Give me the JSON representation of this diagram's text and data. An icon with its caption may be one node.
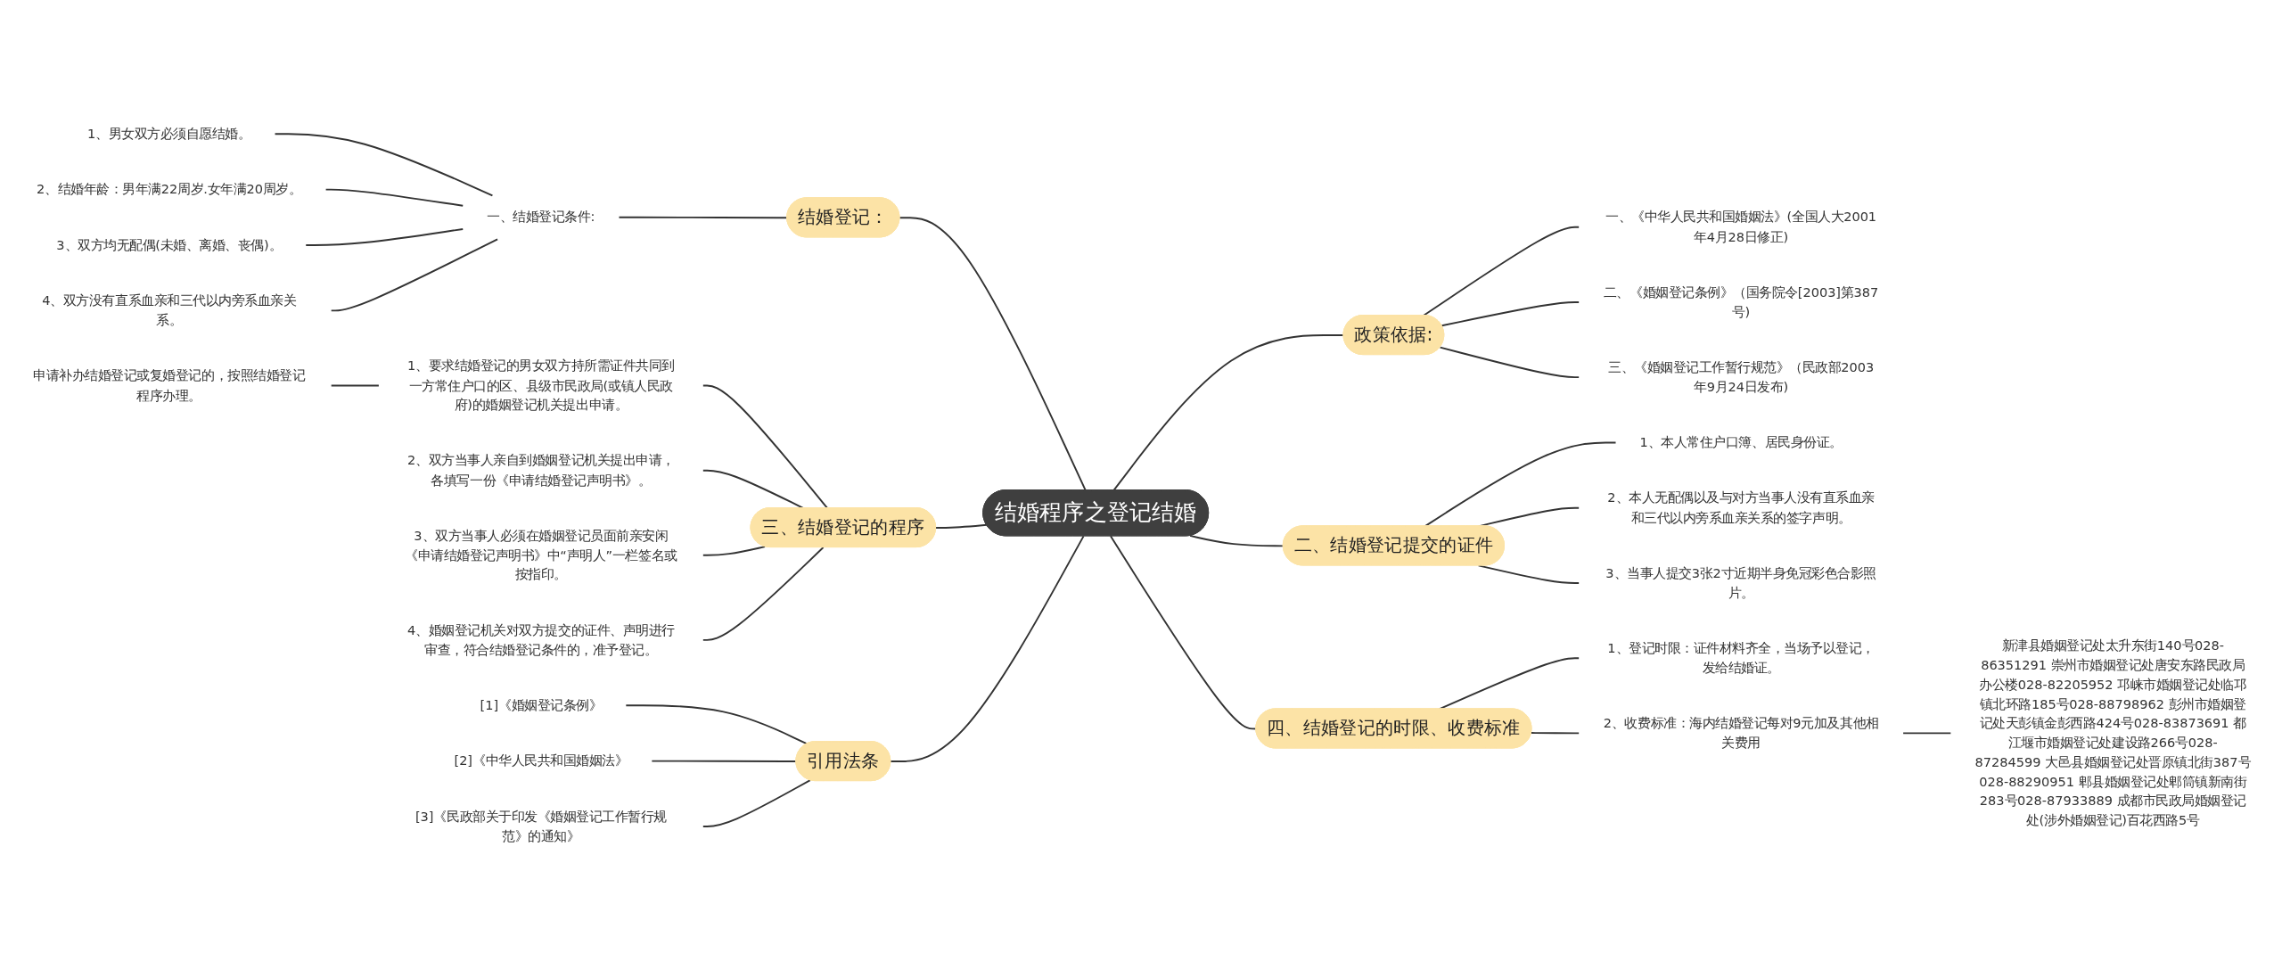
{
  "diagram": {
    "nodes": [
      {
        "text": [
          "结婚程序之登记结婚"
        ]
      },
      {
        "text": [
          "政策依据:"
        ]
      },
      {
        "text": [
          "一、《中华人民共和国婚姻法》(全国人大2001年4月28日修正)"
        ]
      },
      {
        "text": [
          "二、《婚姻登记条例》（国务院令[2003]第387号)"
        ]
      },
      {
        "text": [
          "三、《婚姻登记工作暂行规范》（民政部2003年9月24日发布)"
        ]
      },
      {
        "text": [
          "二、结婚登记提交的证件"
        ]
      },
      {
        "text": [
          "1、本人常住户口簿、居民身份证。"
        ]
      },
      {
        "text": [
          "2、本人无配偶以及与对方当事人没有直系血亲和三代以内旁系血亲关系的签字声明。"
        ]
      },
      {
        "text": [
          "3、当事人提交3张2寸近期半身免冠彩色合影照片。"
        ]
      },
      {
        "text": [
          "四、结婚登记的时限、收费标准"
        ]
      },
      {
        "text": [
          "1、登记时限：证件材料齐全，当场予以登记，发给结婚证。"
        ]
      },
      {
        "text": [
          "2、收费标准：海内结婚登记每对9元加及其他相关费用"
        ]
      },
      {
        "text": [
          "新津县婚姻登记处太升东街140号028-86351291 崇州市婚姻登记处唐安东路民政局办公楼028-82205952 邛崃市婚姻登记处临邛镇北环路185号028-88798962 彭州市婚姻登记处天彭镇金彭西路424号028-83873691 都江堰市婚姻登记处建设路266号028-87284599 大邑县婚姻登记处晋原镇北街387号028-88290951 郫县婚姻登记处郫筒镇新南街283号028-87933889 成都市民政局婚姻登记处(涉外婚姻登记)百花西路5号"
        ]
      },
      {
        "text": [
          "结婚登记："
        ]
      },
      {
        "text": [
          "一、结婚登记条件:"
        ]
      },
      {
        "text": [
          "1、男女双方必须自愿结婚。"
        ]
      },
      {
        "text": [
          "2、结婚年龄：男年满22周岁.女年满20周岁。"
        ]
      },
      {
        "text": [
          "3、双方均无配偶(未婚、离婚、丧偶)。"
        ]
      },
      {
        "text": [
          "4、双方没有直系血亲和三代以内旁系血亲关系。"
        ]
      },
      {
        "text": [
          "三、结婚登记的程序"
        ]
      },
      {
        "text": [
          "1、要求结婚登记的男女双方持所需证件共同到一方常住户口的区、县级市民政局(或镇人民政府)的婚姻登记机关提出申请。"
        ]
      },
      {
        "text": [
          "申请补办结婚登记或复婚登记的，按照结婚登记程序办理。"
        ]
      },
      {
        "text": [
          "2、双方当事人亲自到婚姻登记机关提出申请，各填写一份《申请结婚登记声明书》。"
        ]
      },
      {
        "text": [
          "3、双方当事人必须在婚姻登记员面前亲安闲《申请结婚登记声明书》中“声明人”一栏签名或按指印。"
        ]
      },
      {
        "text": [
          "4、婚姻登记机关对双方提交的证件、声明进行审查，符合结婚登记条件的，准予登记。"
        ]
      },
      {
        "text": [
          "引用法条"
        ]
      },
      {
        "text": [
          "[1]《婚姻登记条例》"
        ]
      },
      {
        "text": [
          "[2]《中华人民共和国婚姻法》"
        ]
      },
      {
        "text": [
          "[3]《民政部关于印发《婚姻登记工作暂行规范》的通知》"
        ]
      }
    ],
    "edges": [
      {
        "from": 0,
        "to": 1,
        "arrow": "none"
      },
      {
        "from": 1,
        "to": 2,
        "arrow": "none"
      },
      {
        "from": 1,
        "to": 3,
        "arrow": "none"
      },
      {
        "from": 1,
        "to": 4,
        "arrow": "none"
      },
      {
        "from": 0,
        "to": 5,
        "arrow": "none"
      },
      {
        "from": 5,
        "to": 6,
        "arrow": "none"
      },
      {
        "from": 5,
        "to": 7,
        "arrow": "none"
      },
      {
        "from": 5,
        "to": 8,
        "arrow": "none"
      },
      {
        "from": 0,
        "to": 9,
        "arrow": "none"
      },
      {
        "from": 9,
        "to": 10,
        "arrow": "none"
      },
      {
        "from": 9,
        "to": 11,
        "arrow": "none"
      },
      {
        "from": 11,
        "to": 12,
        "arrow": "none"
      },
      {
        "from": 13,
        "to": 0,
        "arrow": "none"
      },
      {
        "from": 14,
        "to": 13,
        "arrow": "none"
      },
      {
        "from": 15,
        "to": 14,
        "arrow": "none"
      },
      {
        "from": 16,
        "to": 14,
        "arrow": "none"
      },
      {
        "from": 17,
        "to": 14,
        "arrow": "none"
      },
      {
        "from": 18,
        "to": 14,
        "arrow": "none"
      },
      {
        "from": 19,
        "to": 0,
        "arrow": "none"
      },
      {
        "from": 20,
        "to": 19,
        "arrow": "none"
      },
      {
        "from": 21,
        "to": 20,
        "arrow": "none"
      },
      {
        "from": 22,
        "to": 19,
        "arrow": "none"
      },
      {
        "from": 23,
        "to": 19,
        "arrow": "none"
      },
      {
        "from": 24,
        "to": 19,
        "arrow": "none"
      },
      {
        "from": 25,
        "to": 0,
        "arrow": "none"
      },
      {
        "from": 26,
        "to": 25,
        "arrow": "none"
      },
      {
        "from": 27,
        "to": 25,
        "arrow": "none"
      },
      {
        "from": 28,
        "to": 25,
        "arrow": "none"
      }
    ]
  }
}
